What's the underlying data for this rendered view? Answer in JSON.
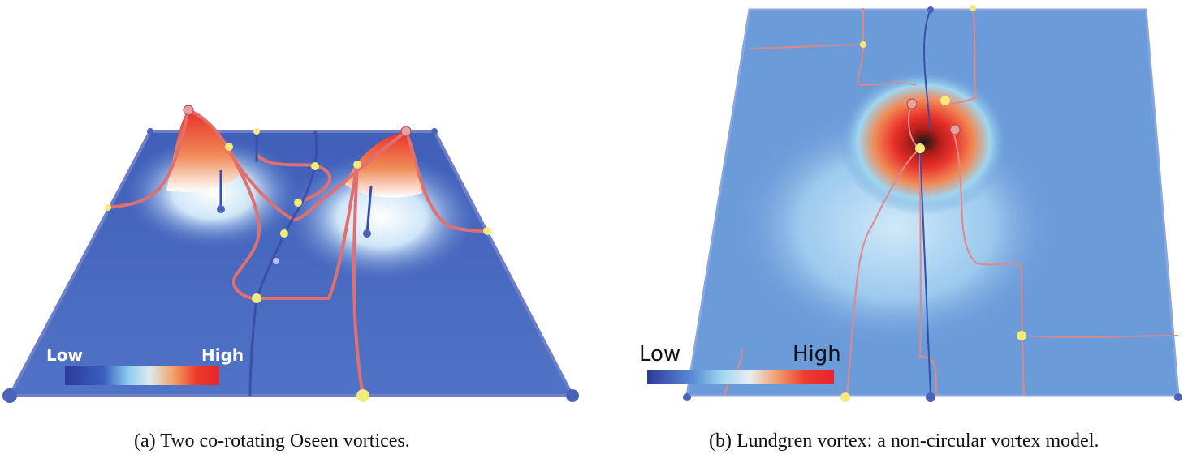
{
  "figure_a": {
    "caption": "(a) Two co-rotating Oseen vortices.",
    "legend": {
      "low": "Low",
      "high": "High"
    }
  },
  "figure_b": {
    "caption": "(b) Lundgren vortex: a non-circular vortex model.",
    "legend": {
      "low": "Low",
      "high": "High"
    }
  },
  "colors": {
    "plane_blue": "#4d6fc4",
    "plane_light_blue": "#6a9ad8",
    "hot_red": "#e8302a",
    "separatrix_red": "#e07070",
    "node_yellow": "#f2ea7a",
    "node_blue": "#3a4fa8"
  }
}
